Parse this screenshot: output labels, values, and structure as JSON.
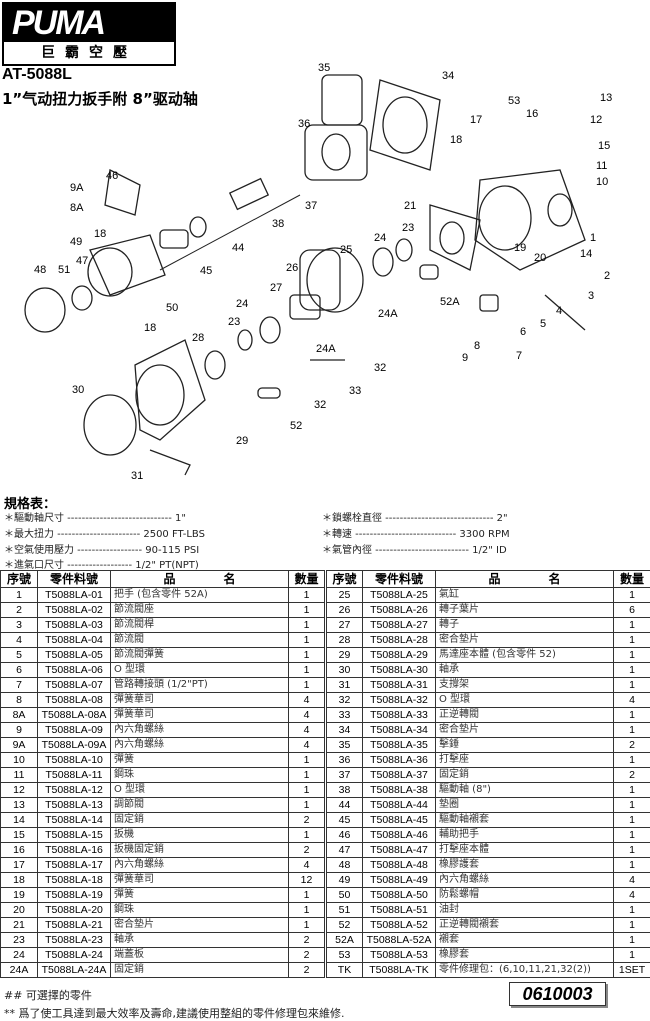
{
  "header": {
    "brand": "PUMA",
    "brand_cn": "巨霸空壓",
    "model": "AT-5088L",
    "subtitle": "1”气动扭力扳手附 8”驱动轴"
  },
  "diagram": {
    "callouts": [
      "35",
      "34",
      "36",
      "37",
      "38",
      "44",
      "45",
      "46",
      "9A",
      "8A",
      "49",
      "47",
      "18",
      "48",
      "51",
      "17",
      "18",
      "53",
      "16",
      "13",
      "12",
      "15",
      "11",
      "10",
      "21",
      "23",
      "24",
      "25",
      "26",
      "27",
      "19",
      "20",
      "14",
      "1",
      "2",
      "3",
      "4",
      "5",
      "6",
      "7",
      "8",
      "9",
      "52A",
      "24A",
      "32",
      "24A",
      "50",
      "18",
      "28",
      "23",
      "24",
      "30",
      "29",
      "33",
      "32",
      "52",
      "31"
    ]
  },
  "specs": {
    "title": "規格表：",
    "items": [
      "＊驅動軸尺寸 ----------------------------- 1\"",
      "＊最大扭力 ----------------------- 2500 FT-LBS",
      "＊空氣使用壓力 ------------------ 90-115 PSI",
      "＊進氣口尺寸 ------------------ 1/2\" PT(NPT)",
      "＊鎖螺栓直徑 ------------------------------ 2\"",
      "＊轉速 ---------------------------- 3300 RPM",
      "＊氣管內徑 -------------------------- 1/2\" ID"
    ]
  },
  "table": {
    "headers": [
      "序號",
      "零件料號",
      "品　　　　名",
      "數量"
    ],
    "left": [
      [
        "1",
        "T5088LA-01",
        "把手 (包含零件 52A)",
        "1"
      ],
      [
        "2",
        "T5088LA-02",
        "節流閥座",
        "1"
      ],
      [
        "3",
        "T5088LA-03",
        "節流閥桿",
        "1"
      ],
      [
        "4",
        "T5088LA-04",
        "節流閥",
        "1"
      ],
      [
        "5",
        "T5088LA-05",
        "節流閥彈簧",
        "1"
      ],
      [
        "6",
        "T5088LA-06",
        "O 型環",
        "1"
      ],
      [
        "7",
        "T5088LA-07",
        "管路轉接頭 (1/2\"PT)",
        "1"
      ],
      [
        "8",
        "T5088LA-08",
        "彈簧華司",
        "4"
      ],
      [
        "8A",
        "T5088LA-08A",
        "彈簧華司",
        "4"
      ],
      [
        "9",
        "T5088LA-09",
        "內六角螺絲",
        "4"
      ],
      [
        "9A",
        "T5088LA-09A",
        "內六角螺絲",
        "4"
      ],
      [
        "10",
        "T5088LA-10",
        "彈簧",
        "1"
      ],
      [
        "11",
        "T5088LA-11",
        "鋼珠",
        "1"
      ],
      [
        "12",
        "T5088LA-12",
        "O 型環",
        "1"
      ],
      [
        "13",
        "T5088LA-13",
        "調節閥",
        "1"
      ],
      [
        "14",
        "T5088LA-14",
        "固定銷",
        "2"
      ],
      [
        "15",
        "T5088LA-15",
        "扳機",
        "1"
      ],
      [
        "16",
        "T5088LA-16",
        "扳機固定銷",
        "2"
      ],
      [
        "17",
        "T5088LA-17",
        "內六角螺絲",
        "4"
      ],
      [
        "18",
        "T5088LA-18",
        "彈簧華司",
        "12"
      ],
      [
        "19",
        "T5088LA-19",
        "彈簧",
        "1"
      ],
      [
        "20",
        "T5088LA-20",
        "鋼珠",
        "1"
      ],
      [
        "21",
        "T5088LA-21",
        "密合墊片",
        "1"
      ],
      [
        "23",
        "T5088LA-23",
        "軸承",
        "2"
      ],
      [
        "24",
        "T5088LA-24",
        "端蓋板",
        "2"
      ],
      [
        "24A",
        "T5088LA-24A",
        "固定銷",
        "2"
      ]
    ],
    "right": [
      [
        "25",
        "T5088LA-25",
        "氣缸",
        "1"
      ],
      [
        "26",
        "T5088LA-26",
        "轉子葉片",
        "6"
      ],
      [
        "27",
        "T5088LA-27",
        "轉子",
        "1"
      ],
      [
        "28",
        "T5088LA-28",
        "密合墊片",
        "1"
      ],
      [
        "29",
        "T5088LA-29",
        "馬達座本體 (包含零件 52)",
        "1"
      ],
      [
        "30",
        "T5088LA-30",
        "軸承",
        "1"
      ],
      [
        "31",
        "T5088LA-31",
        "支撐架",
        "1"
      ],
      [
        "32",
        "T5088LA-32",
        "O 型環",
        "4"
      ],
      [
        "33",
        "T5088LA-33",
        "正逆轉閥",
        "1"
      ],
      [
        "34",
        "T5088LA-34",
        "密合墊片",
        "1"
      ],
      [
        "35",
        "T5088LA-35",
        "擊錘",
        "2"
      ],
      [
        "36",
        "T5088LA-36",
        "打擊座",
        "1"
      ],
      [
        "37",
        "T5088LA-37",
        "固定銷",
        "2"
      ],
      [
        "38",
        "T5088LA-38",
        "驅動軸 (8\")",
        "1"
      ],
      [
        "44",
        "T5088LA-44",
        "墊圈",
        "1"
      ],
      [
        "45",
        "T5088LA-45",
        "驅動軸襯套",
        "1"
      ],
      [
        "46",
        "T5088LA-46",
        "輔助把手",
        "1"
      ],
      [
        "47",
        "T5088LA-47",
        "打擊座本體",
        "1"
      ],
      [
        "48",
        "T5088LA-48",
        "橡膠護套",
        "1"
      ],
      [
        "49",
        "T5088LA-49",
        "內六角螺絲",
        "4"
      ],
      [
        "50",
        "T5088LA-50",
        "防鬆螺帽",
        "4"
      ],
      [
        "51",
        "T5088LA-51",
        "油封",
        "1"
      ],
      [
        "52",
        "T5088LA-52",
        "正逆轉閥襯套",
        "1"
      ],
      [
        "52A",
        "T5088LA-52A",
        "襯套",
        "1"
      ],
      [
        "53",
        "T5088LA-53",
        "橡膠套",
        "1"
      ],
      [
        "TK",
        "T5088LA-TK",
        "零件修理包：(6,10,11,21,32(2))",
        "1SET"
      ]
    ]
  },
  "notes": {
    "optional": "## 可選擇的零件",
    "recommend": "** 爲了使工具達到最大效率及壽命,建議使用整組的零件修理包來維修."
  },
  "doc_number": "0610003"
}
